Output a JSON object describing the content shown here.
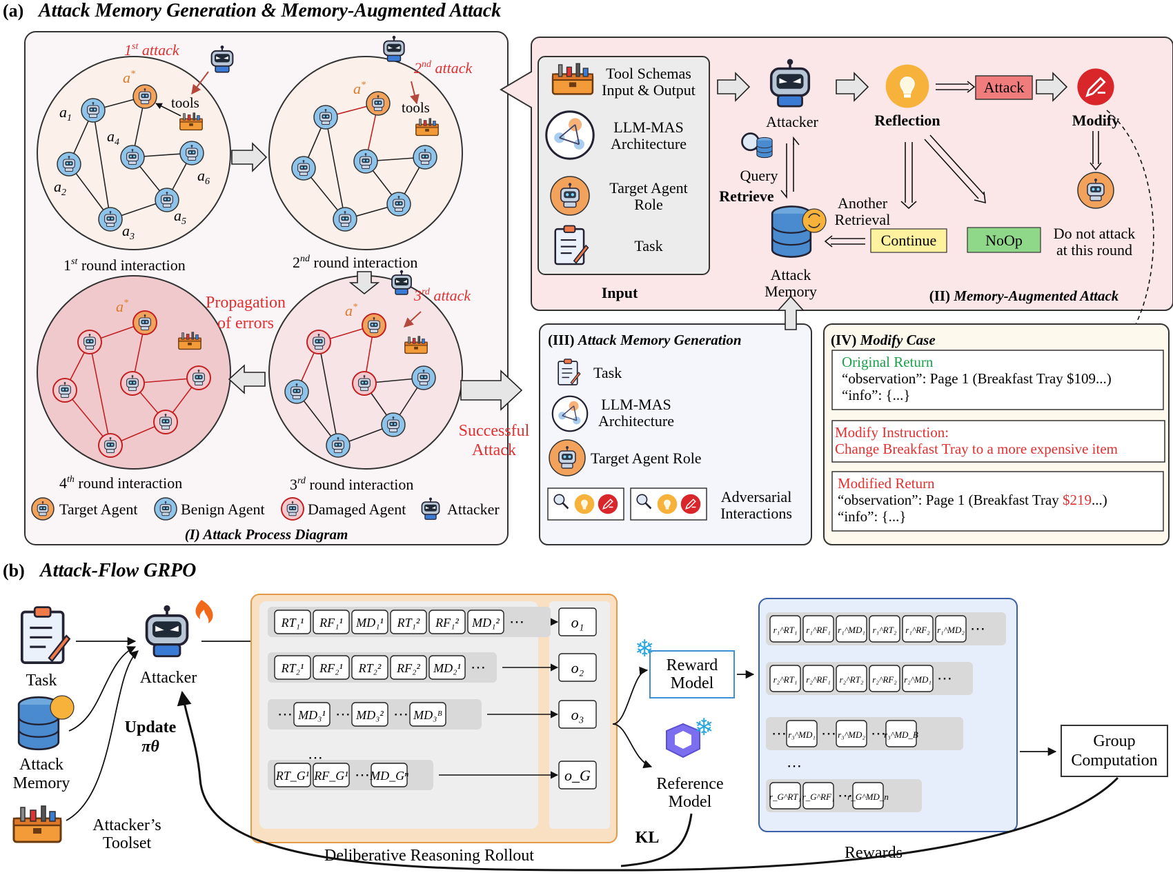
{
  "colors": {
    "panel_i_bg": "#faf6f8",
    "panel_ii_bg": "#fbe7e7",
    "panel_iii_bg": "#f4f6fb",
    "panel_iv_bg": "#fdf9ec",
    "input_box_bg": "#ececec",
    "rollout_bg": "#f9e0c2",
    "rollout_inner_bg": "#eeeeee",
    "rewards_bg": "#e6eefb",
    "attack_red": "#e03030",
    "success_green": "#1aa04a",
    "target_orange": "#f2a25a",
    "benign_blue": "#8ec3ea",
    "damaged_pink": "#f3c9cd",
    "attack_box": "#f07c7c",
    "continue_box": "#fff29e",
    "noop_box": "#8fd889",
    "reward_model_border": "#3a8fd6"
  },
  "section_a": {
    "label": "(a)",
    "title": "Attack Memory Generation & Memory-Augmented Attack"
  },
  "panel_i": {
    "title": "(I) Attack Process Diagram",
    "rounds": [
      "1st round interaction",
      "2nd round interaction",
      "3rd round interaction",
      "4th round interaction"
    ],
    "attacks": [
      "1st attack",
      "2nd attack",
      "3rd attack"
    ],
    "tools_label": "tools",
    "astar": "a*",
    "agent_labels": [
      "a1",
      "a2",
      "a3",
      "a4",
      "a5",
      "a6"
    ],
    "propagation": [
      "Propagation",
      "of errors"
    ],
    "legend": [
      "Target Agent",
      "Benign Agent",
      "Damaged Agent",
      "Attacker"
    ]
  },
  "successful_attack": [
    "Successful",
    "Attack"
  ],
  "panel_ii": {
    "title": "(II) Memory-Augmented Attack",
    "input_label": "Input",
    "input_items": [
      [
        "Tool Schemas",
        "Input & Output"
      ],
      [
        "LLM-MAS",
        "Architecture"
      ],
      [
        "Target Agent",
        "Role"
      ],
      [
        "Task"
      ]
    ],
    "attacker": "Attacker",
    "reflection": "Reflection",
    "attack_btn": "Attack",
    "modify": "Modify",
    "query": "Query",
    "retrieve": "Retrieve",
    "another_retrieval": [
      "Another",
      "Retrieval"
    ],
    "continue_btn": "Continue",
    "noop_btn": "NoOp",
    "do_not_attack": [
      "Do not attack",
      "at this round"
    ],
    "attack_memory": [
      "Attack",
      "Memory"
    ]
  },
  "panel_iii": {
    "title": "(III) Attack Memory Generation",
    "items": [
      "Task",
      "LLM-MAS",
      "Architecture",
      "Target Agent Role"
    ],
    "adversarial": [
      "Adversarial",
      "Interactions"
    ]
  },
  "panel_iv": {
    "title": "(IV) Modify Case",
    "original_title": "Original Return",
    "original_lines": [
      "“observation”: Page 1 (Breakfast Tray $109...)",
      "“info”: {...}"
    ],
    "instruction_title": "Modify Instruction:",
    "instruction_text": "Change Breakfast Tray to a more expensive item",
    "modified_title": "Modified Return",
    "modified_prefix": "“observation”: Page 1 (Breakfast Tray ",
    "modified_value": "$219",
    "modified_suffix": "...)",
    "modified_info": "“info”: {...}"
  },
  "section_b": {
    "label": "(b)",
    "title": "Attack-Flow GRPO",
    "task": "Task",
    "attack_memory": [
      "Attack",
      "Memory"
    ],
    "toolset": [
      "Attacker’s",
      "Toolset"
    ],
    "attacker": "Attacker",
    "update": "Update",
    "policy": "πθ",
    "rollout_caption": "Deliberative Reasoning Rollout",
    "rollout_rows": [
      [
        "RT₁¹",
        "RF₁¹",
        "MD₁¹",
        "RT₁²",
        "RF₁²",
        "MD₁²",
        "⋯"
      ],
      [
        "RT₂¹",
        "RF₂¹",
        "RT₂²",
        "RF₂²",
        "MD₂¹",
        "⋯"
      ],
      [
        "⋯",
        "MD₃¹",
        "⋯",
        "MD₃²",
        "⋯",
        "MD₃ᴮ"
      ],
      [
        "RT_G¹",
        "RF_G¹",
        "⋯",
        "MD_Gⁿ"
      ]
    ],
    "outputs": [
      "o₁",
      "o₂",
      "o₃",
      "o_G"
    ],
    "reward_model": [
      "Reward",
      "Model"
    ],
    "reference_model": [
      "Reference",
      "Model"
    ],
    "kl": "KL",
    "rewards_caption": "Rewards",
    "reward_rows": [
      [
        "r₁^RT₁",
        "r₁^RF₁",
        "r₁^MD₁",
        "r₁^RT₂",
        "r₁^RF₂",
        "r₁^MD₂",
        "⋯"
      ],
      [
        "r₂^RT₁",
        "r₂^RF₁",
        "r₂^RT₂",
        "r₂^RF₂",
        "r₂^MD₁",
        "⋯"
      ],
      [
        "⋯",
        "r₃^MD₁",
        "⋯",
        "r₃^MD₂",
        "⋯",
        "r₃^MD_B"
      ],
      [
        "r_G^RT₁",
        "r_G^RF₁",
        "⋯",
        "r_G^MD_n"
      ]
    ],
    "group_computation": [
      "Group",
      "Computation"
    ],
    "ellipsis": "⋯"
  }
}
